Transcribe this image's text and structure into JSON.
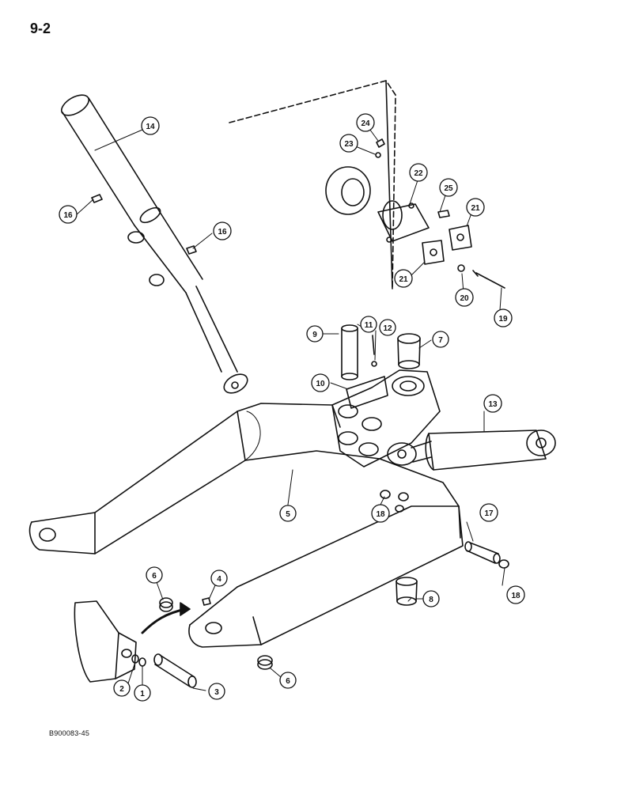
{
  "page_number": "9-2",
  "figure_code": "B900083-45",
  "callouts": [
    {
      "id": "c1",
      "label": "1"
    },
    {
      "id": "c2",
      "label": "2"
    },
    {
      "id": "c3",
      "label": "3"
    },
    {
      "id": "c4",
      "label": "4"
    },
    {
      "id": "c5",
      "label": "5"
    },
    {
      "id": "c6a",
      "label": "6"
    },
    {
      "id": "c6b",
      "label": "6"
    },
    {
      "id": "c7",
      "label": "7"
    },
    {
      "id": "c8",
      "label": "8"
    },
    {
      "id": "c9",
      "label": "9"
    },
    {
      "id": "c10",
      "label": "10"
    },
    {
      "id": "c11",
      "label": "11"
    },
    {
      "id": "c12",
      "label": "12"
    },
    {
      "id": "c13",
      "label": "13"
    },
    {
      "id": "c14",
      "label": "14"
    },
    {
      "id": "c16a",
      "label": "16"
    },
    {
      "id": "c16b",
      "label": "16"
    },
    {
      "id": "c17",
      "label": "17"
    },
    {
      "id": "c18a",
      "label": "18"
    },
    {
      "id": "c18b",
      "label": "18"
    },
    {
      "id": "c19",
      "label": "19"
    },
    {
      "id": "c20",
      "label": "20"
    },
    {
      "id": "c21a",
      "label": "21"
    },
    {
      "id": "c21b",
      "label": "21"
    },
    {
      "id": "c22",
      "label": "22"
    },
    {
      "id": "c23",
      "label": "23"
    },
    {
      "id": "c24",
      "label": "24"
    },
    {
      "id": "c25",
      "label": "25"
    }
  ]
}
